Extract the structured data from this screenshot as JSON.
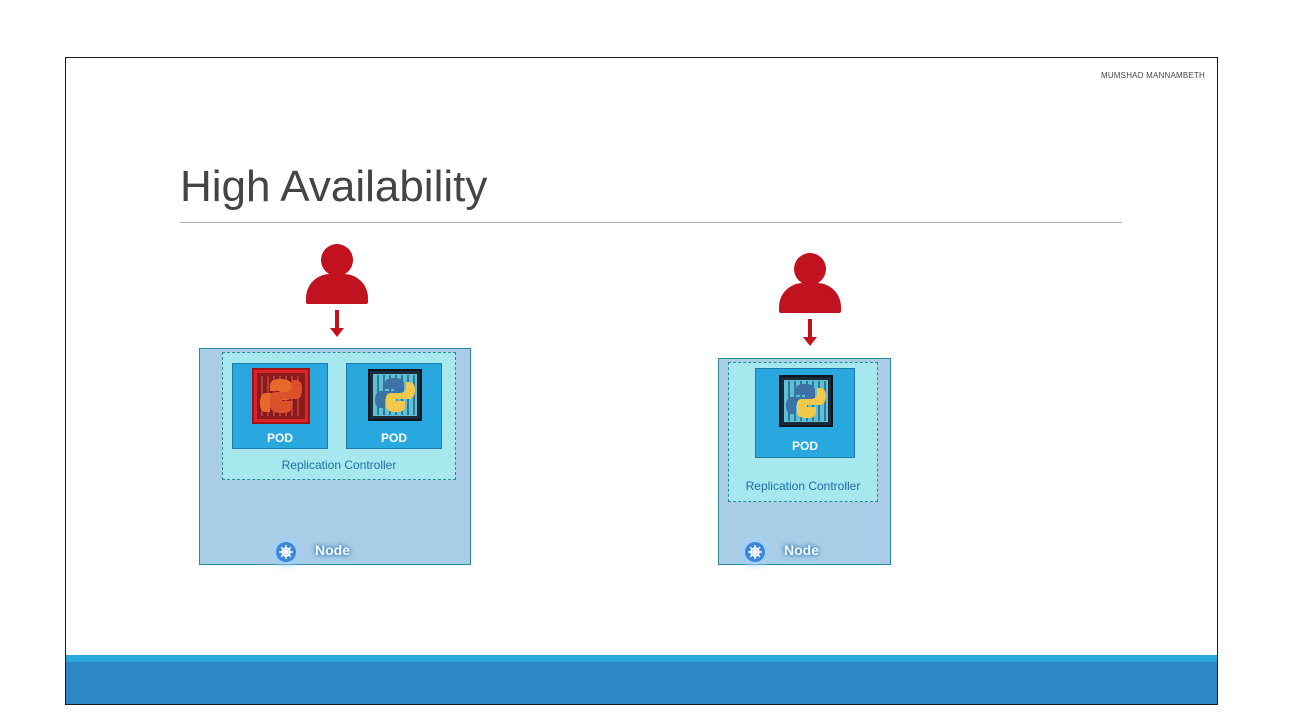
{
  "slide": {
    "author": "MUMSHAD MANNAMBETH",
    "title": "High Availability"
  },
  "colors": {
    "accent_red": "#c1121f",
    "pod_blue": "#29a8df",
    "node_blue": "#a9cde6",
    "rc_cyan": "#a6e8ee",
    "footer_blue": "#2e86c4"
  },
  "left_diagram": {
    "user_icon": "user-icon",
    "node_label": "Node",
    "replication_controller_label": "Replication Controller",
    "pods": [
      {
        "label": "POD",
        "state": "failed",
        "icon": "python-container-icon"
      },
      {
        "label": "POD",
        "state": "running",
        "icon": "python-container-icon"
      }
    ]
  },
  "right_diagram": {
    "user_icon": "user-icon",
    "node_label": "Node",
    "replication_controller_label": "Replication Controller",
    "pods": [
      {
        "label": "POD",
        "state": "running",
        "icon": "python-container-icon"
      }
    ]
  }
}
